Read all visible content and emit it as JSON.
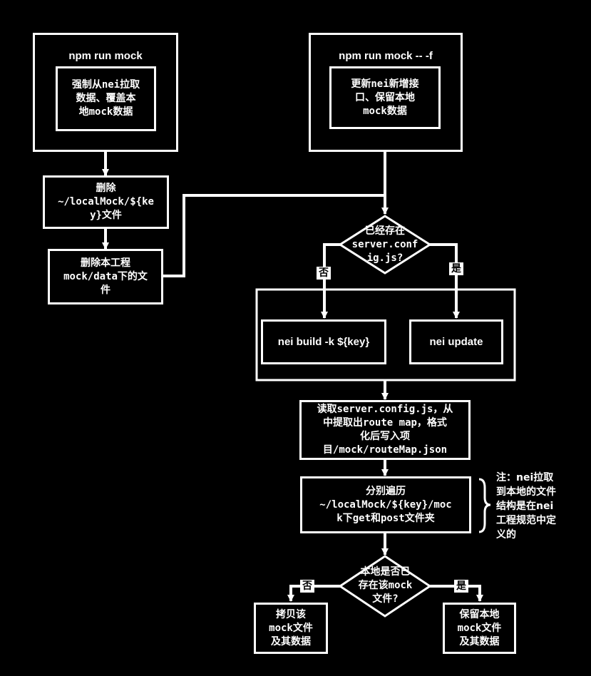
{
  "left_top": {
    "title": "npm run mock",
    "inner": "强制从nei拉取\n数据、覆盖本\n地mock数据"
  },
  "right_top": {
    "title": "npm run mock -- -f",
    "inner": "更新nei新增接\n口、保留本地\nmock数据"
  },
  "delete_local": "删除\n~/localMock/${ke\ny}文件",
  "delete_project": "删除本工程\nmock/data下的文\n件",
  "decision1": {
    "text": "已经存在\nserver.conf\nig.js?",
    "no": "否",
    "yes": "是"
  },
  "nei_build": "nei build -k ${key}",
  "nei_update": "nei update",
  "read_config": "读取server.config.js，从\n中提取出route map，格式\n化后写入项\n目/mock/routeMap.json",
  "traverse": "分别遍历\n~/localMock/${key}/moc\nk下get和post文件夹",
  "note": "注：nei拉取\n到本地的文件\n结构是在nei\n工程规范中定\n义的",
  "decision2": {
    "text": "本地是否已\n存在该mock\n文件?",
    "no": "否",
    "yes": "是"
  },
  "copy": "拷贝该\nmock文件\n及其数据",
  "keep": "保留本地\nmock文件\n及其数据"
}
